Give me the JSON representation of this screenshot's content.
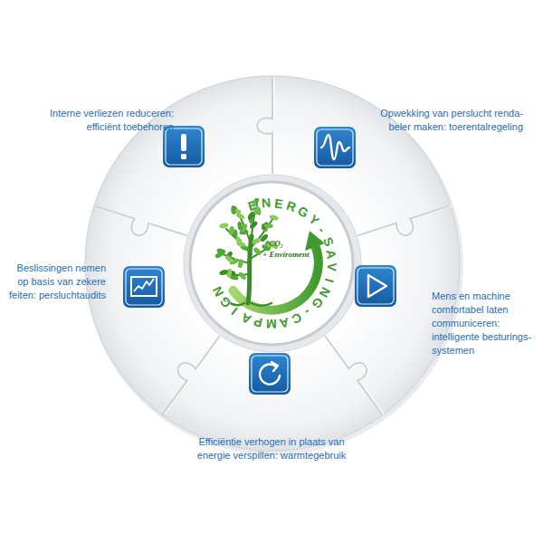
{
  "diagram": {
    "nodes": [
      {
        "text": [
          "ENERGY-SAVING-CAMPAIGN",
          "- CO₂",
          "+ Enviroment"
        ]
      }
    ],
    "labels": [
      "Interne verliezen reduceren: efficiënt toebehoren",
      "Opwekking van perslucht renda- beler maken: toerentalregeling",
      "Beslissingen nemen op basis van zekere feiten: persluchtaudits",
      "Mens en machine comfortabel laten communiceren: intelligente besturings- systemen",
      "Efficiëntie verhogen in plaats van energie verspillen: warmtegebruik"
    ]
  }
}
